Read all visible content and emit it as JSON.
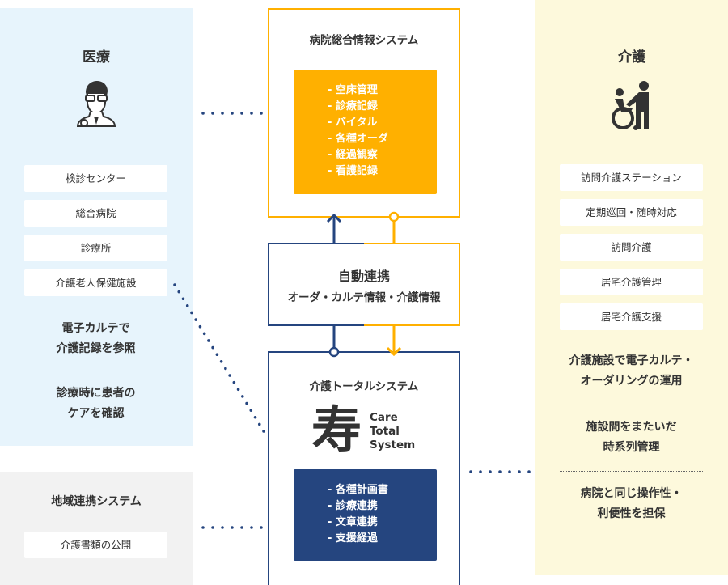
{
  "medical": {
    "title": "医療",
    "icon": "doctor-icon",
    "items": [
      "検診センター",
      "総合病院",
      "診療所",
      "介護老人保健施設"
    ],
    "notes": [
      "電子カルテで\n介護記録を参照",
      "診療時に患者の\nケアを確認"
    ]
  },
  "regional": {
    "title": "地域連携システム",
    "items": [
      "介護書類の公開"
    ]
  },
  "care": {
    "title": "介護",
    "icon": "wheelchair-caregiver-icon",
    "items": [
      "訪問介護ステーション",
      "定期巡回・随時対応",
      "訪問介護",
      "居宅介護管理",
      "居宅介護支援"
    ],
    "notes": [
      "介護施設で電子カルテ・\nオーダリングの運用",
      "施設間をまたいだ\n時系列管理",
      "病院と同じ操作性・\n利便性を担保"
    ]
  },
  "hospital_system": {
    "title": "病院総合情報システム",
    "items": [
      "- 空床管理",
      "- 診療記録",
      "- バイタル",
      "- 各種オーダ",
      "- 経過観察",
      "- 看護記録"
    ]
  },
  "auto_link": {
    "title": "自動連携",
    "subtitle": "オーダ・カルテ情報・介護情報"
  },
  "care_system": {
    "title": "介護トータルシステム",
    "logo_char": "寿",
    "logo_text": [
      "Care",
      "Total",
      "System"
    ],
    "items": [
      "- 各種計画書",
      "- 診療連携",
      "- 文章連携",
      "- 支援経過"
    ]
  },
  "colors": {
    "orange": "#ffb000",
    "navy": "#25457f",
    "light_blue": "#e7f4fc",
    "light_yellow": "#fdf9dc"
  }
}
